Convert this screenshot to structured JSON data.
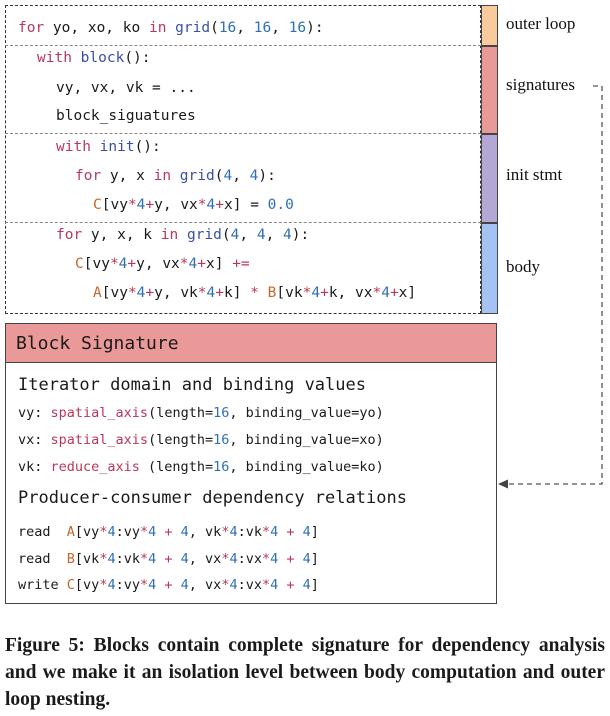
{
  "code": {
    "line1": {
      "kw1": "for",
      "vars": " yo, xo, ko ",
      "kw2": "in",
      "fn": "grid",
      "p1": "(",
      "n1": "16",
      "c1": ", ",
      "n2": "16",
      "c2": ", ",
      "n3": "16",
      "end": "):"
    },
    "line2": {
      "kw": "with",
      "fn": "block",
      "end": "():"
    },
    "line3": {
      "text": "vy, vx, vk = ..."
    },
    "line4": {
      "text": "block_siguatures"
    },
    "line5": {
      "kw": "with",
      "fn": "init",
      "end": "():"
    },
    "line6": {
      "kw1": "for",
      "vars": " y, x ",
      "kw2": "in",
      "fn": "grid",
      "p1": "(",
      "n1": "4",
      "c1": ", ",
      "n2": "4",
      "end": "):"
    },
    "line7": {
      "arr": "C",
      "a": "[vy",
      "op1": "*",
      "n1": "4",
      "op2": "+",
      "b": "y, vx",
      "op3": "*",
      "n2": "4",
      "op4": "+",
      "c": "x] = ",
      "n3": "0.0"
    },
    "line8": {
      "kw1": "for",
      "vars": " y, x, k ",
      "kw2": "in",
      "fn": "grid",
      "p1": "(",
      "n1": "4",
      "c1": ", ",
      "n2": "4",
      "c2": ", ",
      "n3": "4",
      "end": "):"
    },
    "line9": {
      "arr": "C",
      "a": "[vy",
      "op1": "*",
      "n1": "4",
      "op2": "+",
      "b": "y, vx",
      "op3": "*",
      "n2": "4",
      "op4": "+",
      "c": "x] ",
      "op5": "+="
    },
    "line10": {
      "arr1": "A",
      "a": "[vy",
      "op1": "*",
      "n1": "4",
      "op2": "+",
      "b": "y, vk",
      "op3": "*",
      "n2": "4",
      "op4": "+",
      "c": "k] ",
      "op5": "*",
      "sp": " ",
      "arr2": "B",
      "d": "[vk",
      "op6": "*",
      "n3": "4",
      "op7": "+",
      "e": "k, vx",
      "op8": "*",
      "n4": "4",
      "op9": "+",
      "f": "x]"
    }
  },
  "bands": {
    "outer_loop": {
      "label": "outer loop",
      "color": "#f9cb9c"
    },
    "signatures": {
      "label": "signatures",
      "color": "#ea9999"
    },
    "init_stmt": {
      "label": "init stmt",
      "color": "#b4a7d6"
    },
    "body": {
      "label": "body",
      "color": "#a4c2f4"
    }
  },
  "signature": {
    "title": "Block Signature",
    "section1": "Iterator domain and binding values",
    "iters": [
      {
        "v": "vy: ",
        "fn": "spatial_axis",
        "a": "(length=",
        "n": "16",
        "b": ", binding_value=yo)"
      },
      {
        "v": "vx: ",
        "fn": "spatial_axis",
        "a": "(length=",
        "n": "16",
        "b": ", binding_value=xo)"
      },
      {
        "v": "vk: ",
        "fn": "reduce_axis",
        "a": " (length=",
        "n": "16",
        "b": ", binding_value=ko)"
      }
    ],
    "section2": "Producer-consumer dependency relations",
    "deps": [
      {
        "mode": "read  ",
        "arr": "A",
        "a": "[vy",
        "o1": "*",
        "n1": "4",
        "b": ":vy",
        "o2": "*",
        "n2": "4",
        "o3": " + ",
        "n3": "4",
        "c": ", vk",
        "o4": "*",
        "n4": "4",
        "d": ":vk",
        "o5": "*",
        "n5": "4",
        "o6": " + ",
        "n6": "4",
        "e": "]"
      },
      {
        "mode": "read  ",
        "arr": "B",
        "a": "[vk",
        "o1": "*",
        "n1": "4",
        "b": ":vk",
        "o2": "*",
        "n2": "4",
        "o3": " + ",
        "n3": "4",
        "c": ", vx",
        "o4": "*",
        "n4": "4",
        "d": ":vx",
        "o5": "*",
        "n5": "4",
        "o6": " + ",
        "n6": "4",
        "e": "]"
      },
      {
        "mode": "write ",
        "arr": "C",
        "a": "[vy",
        "o1": "*",
        "n1": "4",
        "b": ":vy",
        "o2": "*",
        "n2": "4",
        "o3": " + ",
        "n3": "4",
        "c": ", vx",
        "o4": "*",
        "n4": "4",
        "d": ":vx",
        "o5": "*",
        "n5": "4",
        "o6": " + ",
        "n6": "4",
        "e": "]"
      }
    ]
  },
  "caption": "Figure 5: Blocks contain complete signature for dependency analysis and we make it an isolation level between body computation and outer loop nesting."
}
